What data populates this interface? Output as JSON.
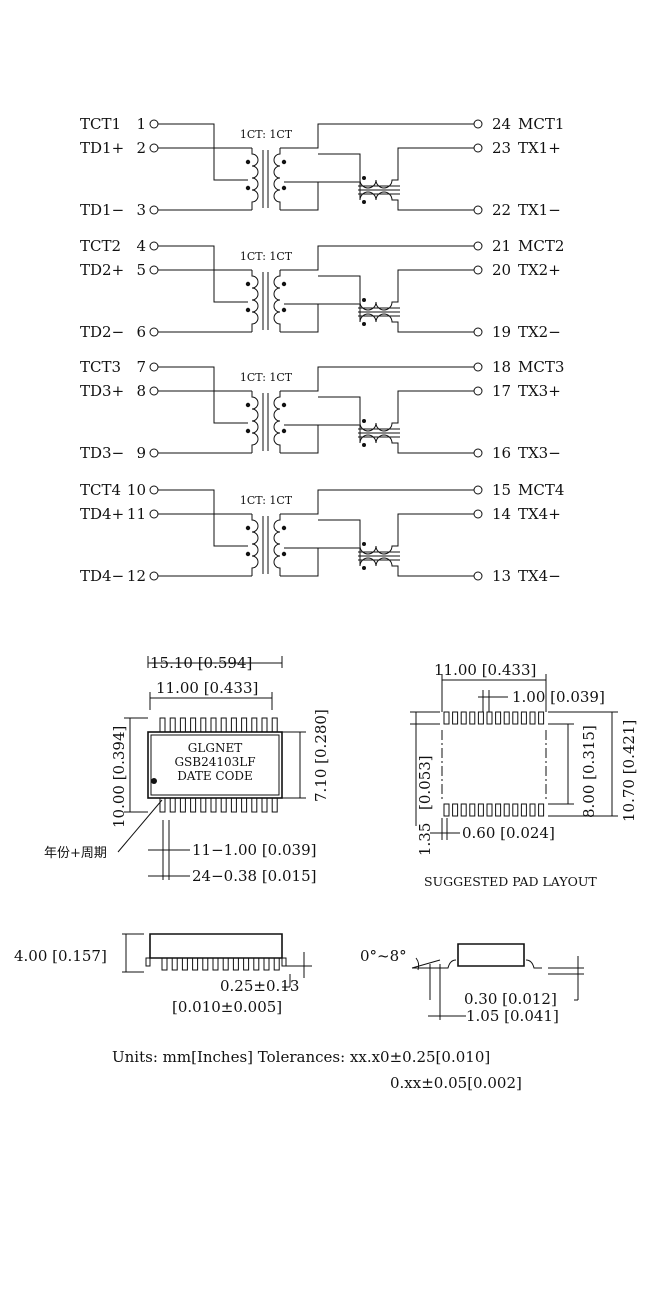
{
  "schematic": {
    "channels": [
      {
        "ct": "TCT1",
        "ct_pin": "1",
        "plus": "TD1+",
        "plus_pin": "2",
        "minus": "TD1−",
        "minus_pin": "3",
        "ratio": "1CT: 1CT",
        "mct": "MCT1",
        "mct_pin": "24",
        "tx_plus": "TX1+",
        "tx_plus_pin": "23",
        "tx_minus": "TX1−",
        "tx_minus_pin": "22"
      },
      {
        "ct": "TCT2",
        "ct_pin": "4",
        "plus": "TD2+",
        "plus_pin": "5",
        "minus": "TD2−",
        "minus_pin": "6",
        "ratio": "1CT: 1CT",
        "mct": "MCT2",
        "mct_pin": "21",
        "tx_plus": "TX2+",
        "tx_plus_pin": "20",
        "tx_minus": "TX2−",
        "tx_minus_pin": "19"
      },
      {
        "ct": "TCT3",
        "ct_pin": "7",
        "plus": "TD3+",
        "plus_pin": "8",
        "minus": "TD3−",
        "minus_pin": "9",
        "ratio": "1CT: 1CT",
        "mct": "MCT3",
        "mct_pin": "18",
        "tx_plus": "TX3+",
        "tx_plus_pin": "17",
        "tx_minus": "TX3−",
        "tx_minus_pin": "16"
      },
      {
        "ct": "TCT4",
        "ct_pin": "10",
        "plus": "TD4+",
        "plus_pin": "11",
        "minus": "TD4−",
        "minus_pin": "12",
        "ratio": "1CT: 1CT",
        "mct": "MCT4",
        "mct_pin": "15",
        "tx_plus": "TX4+",
        "tx_plus_pin": "14",
        "tx_minus": "TX4−",
        "tx_minus_pin": "13"
      }
    ]
  },
  "package_top": {
    "dim_overall": "15.10 [0.594]",
    "dim_body": "11.00 [0.433]",
    "dim_height": "10.00 [0.394]",
    "dim_body_height": "7.10 [0.280]",
    "marking_line1": "GLGNET",
    "marking_line2": "GSB24103LF",
    "marking_line3": "DATE CODE",
    "date_note": "年份+周期",
    "pitch": "11−1.00  [0.039]",
    "lead_width": "24−0.38  [0.015]"
  },
  "pad_layout": {
    "dim_span": "11.00  [0.433]",
    "dim_pitch": "1.00  [0.039]",
    "dim_pad_length": "[0.053]",
    "dim_pad_length_mm": "1.35",
    "dim_inner": "8.00  [0.315]",
    "dim_outer": "10.70  [0.421]",
    "dim_pad_width": "0.60  [0.024]",
    "caption": "SUGGESTED  PAD  LAYOUT"
  },
  "side_view": {
    "dim_height": "4.00  [0.157]",
    "dim_standoff_mm": "0.25±0.13",
    "dim_standoff_in": "[0.010±0.005]"
  },
  "end_view": {
    "angle": "0°~8°",
    "dim_lead": "0.30  [0.012]",
    "dim_foot": "1.05  [0.041]"
  },
  "notes": {
    "units": "Units: mm[Inches]   Tolerances: xx.x0±0.25[0.010]",
    "tolerance2": "0.xx±0.05[0.002]"
  }
}
